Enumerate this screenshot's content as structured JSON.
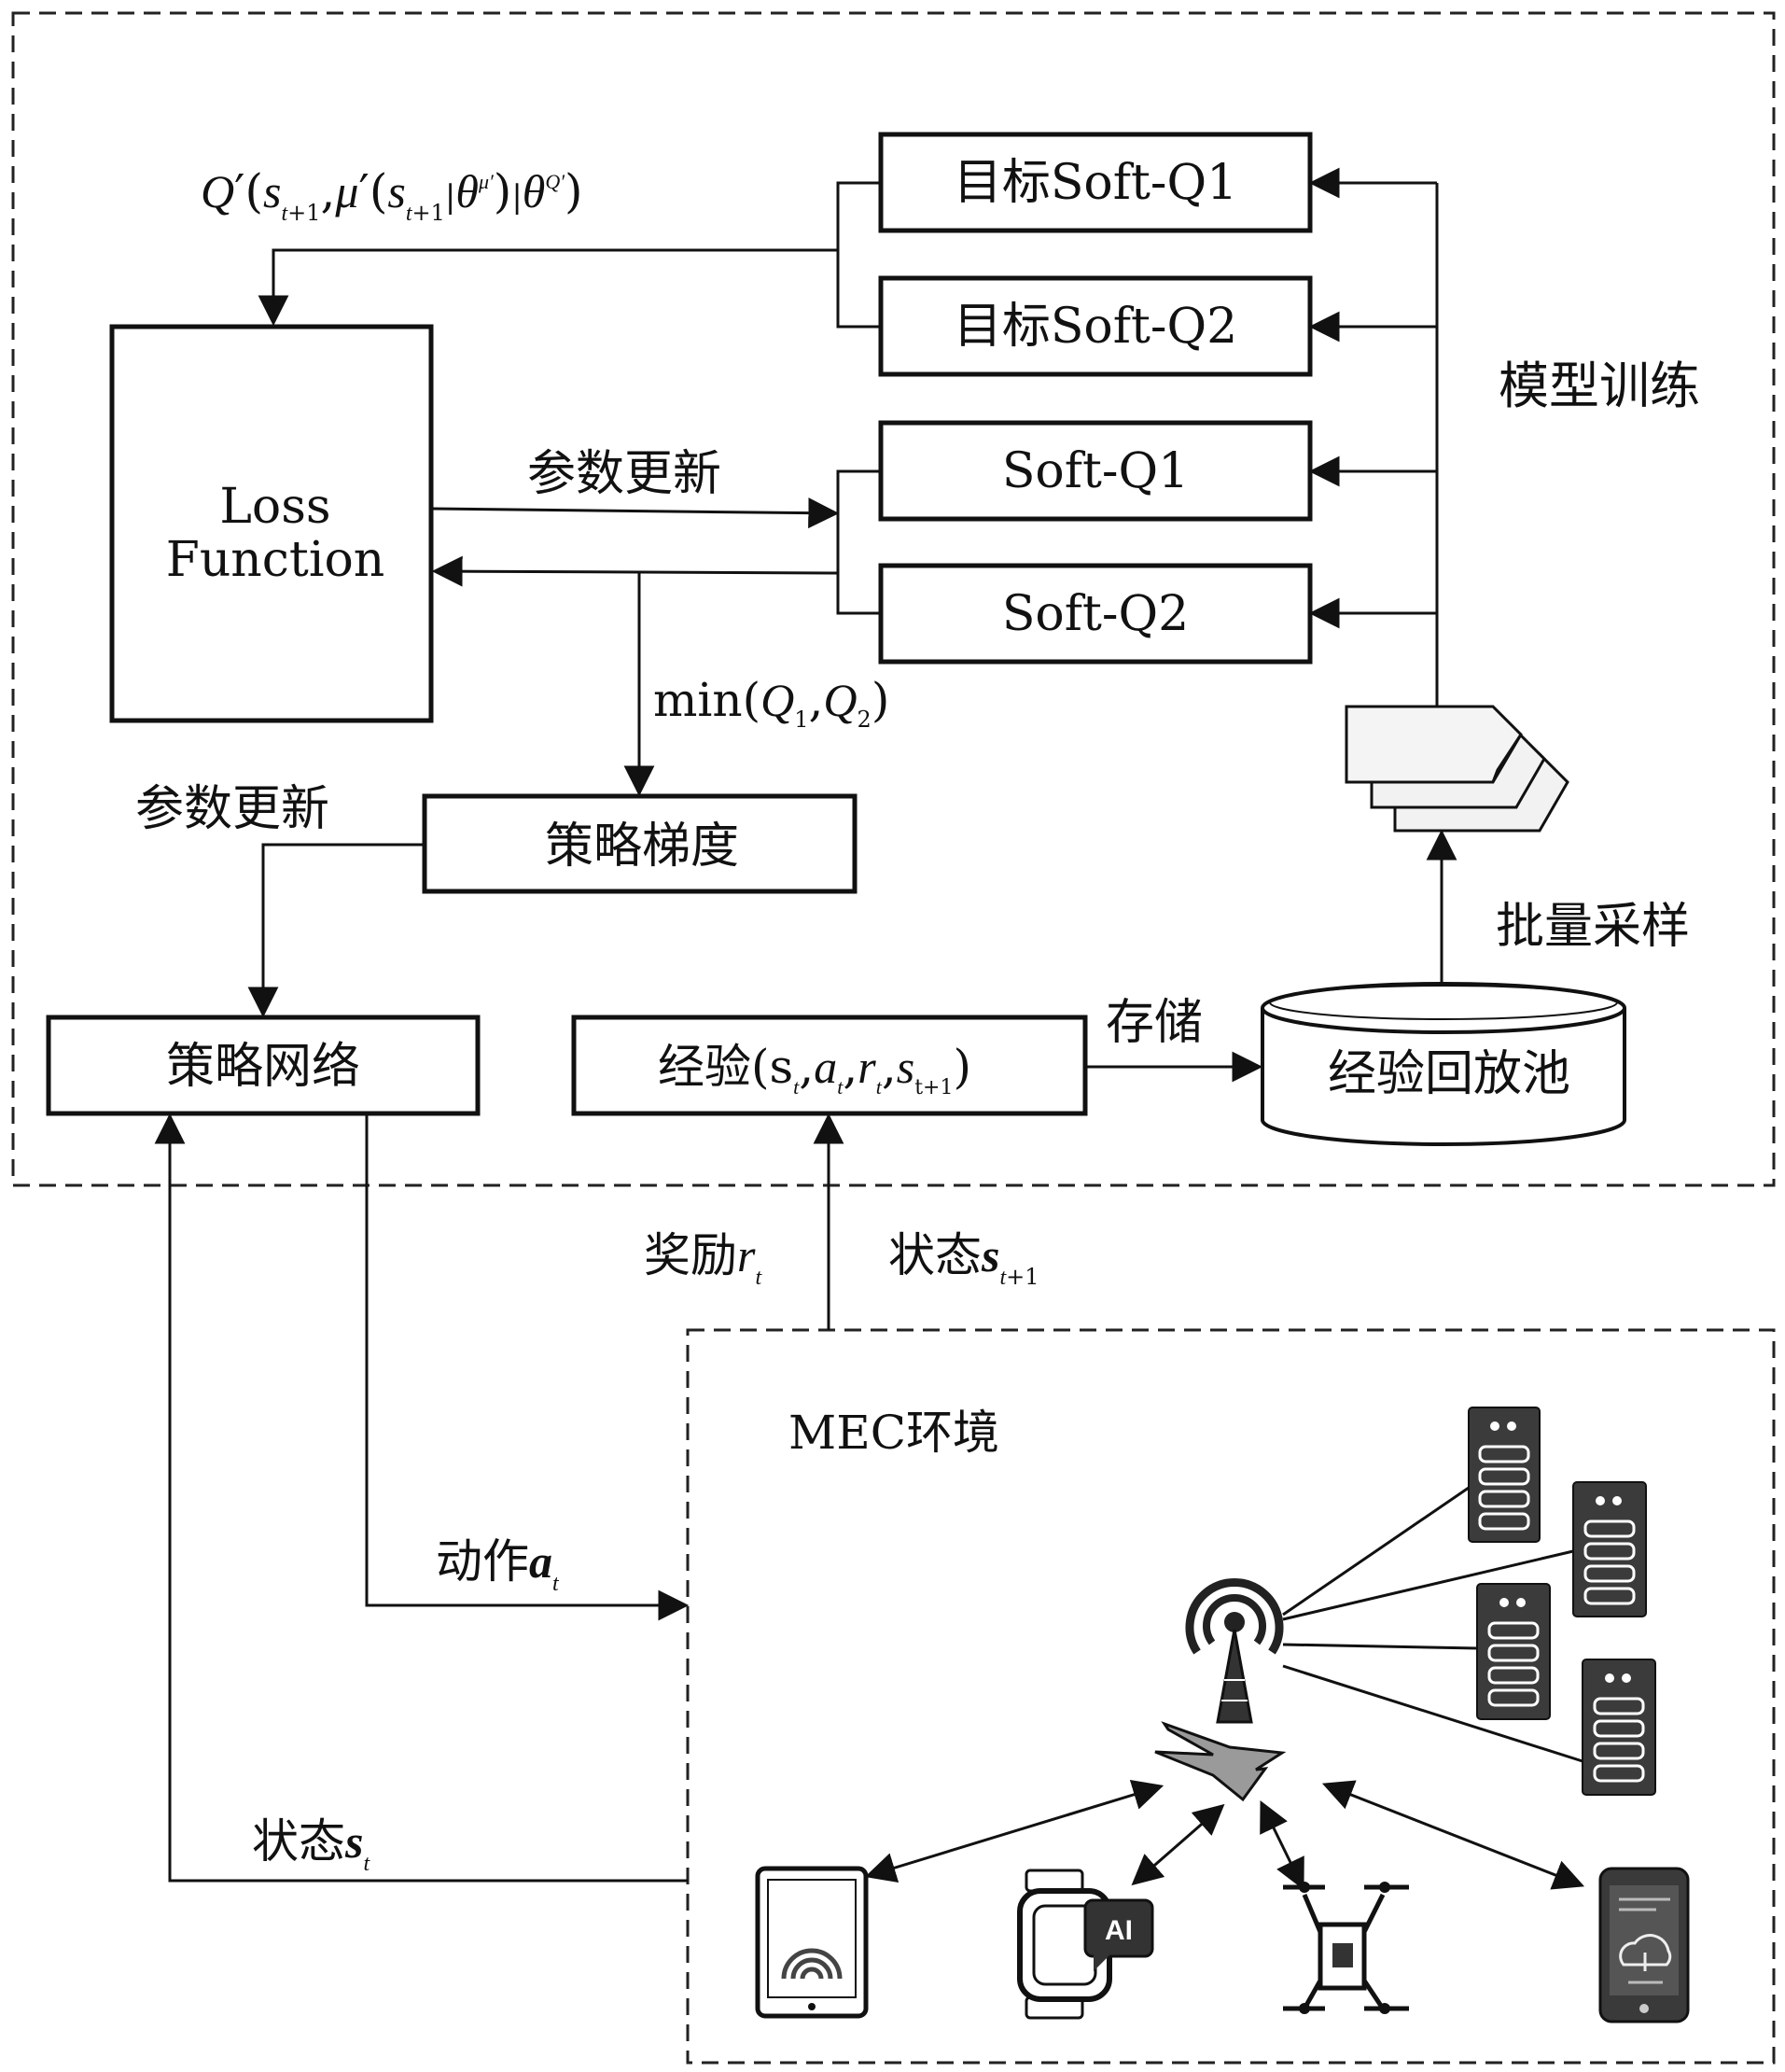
{
  "regions": {
    "model_training_label": "模型训练",
    "mec_environment_label": "MEC环境"
  },
  "nodes": {
    "target_q1": "目标Soft-Q1",
    "target_q2": "目标Soft-Q2",
    "soft_q1": "Soft-Q1",
    "soft_q2": "Soft-Q2",
    "loss_function_line1": "Loss",
    "loss_function_line2": "Function",
    "policy_gradient": "策略梯度",
    "policy_network": "策略网络",
    "experience": "经验(s",
    "replay_buffer": "经验回放池"
  },
  "edges": {
    "target_q_formula": "Q′(s t+1, μ′(s t+1 |θ μ′)|θ Q′)",
    "param_update_upper": "参数更新",
    "min_q": "min(Q1,Q2)",
    "param_update_left": "参数更新",
    "store": "存储",
    "batch_sample": "批量采样",
    "reward": "奖励r t",
    "next_state": "状态s t+1",
    "action": "动作a t",
    "state": "状态s t"
  },
  "icons": [
    "server-icon",
    "base-station-icon",
    "lightning-icon",
    "tablet-icon",
    "smartwatch-ai-icon",
    "drone-icon",
    "smartphone-icon",
    "experience-batch-icon",
    "database-cylinder-icon"
  ],
  "colors": {
    "stroke": "#111111",
    "icon_fill": "#3b3b3b"
  }
}
